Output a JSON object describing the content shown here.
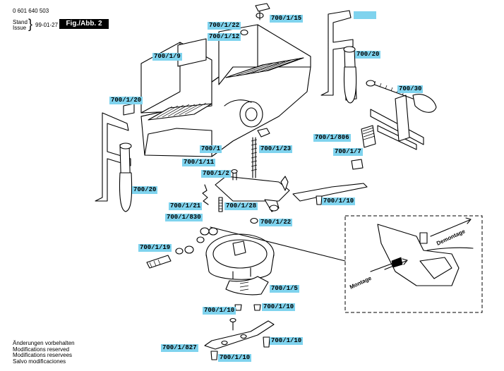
{
  "header": {
    "part_number": "0 601 640 503",
    "stand_label": "Stand",
    "issue_label": "Issue",
    "brace": "}",
    "date": "99-01-27",
    "figure": "Fig./Abb. 2"
  },
  "callouts": [
    {
      "id": "c-1-22a",
      "text": "700/1/22"
    },
    {
      "id": "c-1-15",
      "text": "700/1/15"
    },
    {
      "id": "c-1-12",
      "text": "700/1/12"
    },
    {
      "id": "c-1-9",
      "text": "700/1/9"
    },
    {
      "id": "c-20a",
      "text": "700/20"
    },
    {
      "id": "c-30",
      "text": "700/30"
    },
    {
      "id": "c-1-20",
      "text": "700/1/20"
    },
    {
      "id": "c-1-806",
      "text": "700/1/806"
    },
    {
      "id": "c-1",
      "text": "700/1"
    },
    {
      "id": "c-1-23",
      "text": "700/1/23"
    },
    {
      "id": "c-1-7",
      "text": "700/1/7"
    },
    {
      "id": "c-1-11",
      "text": "700/1/11"
    },
    {
      "id": "c-1-2",
      "text": "700/1/2"
    },
    {
      "id": "c-20b",
      "text": "700/20"
    },
    {
      "id": "c-1-10a",
      "text": "700/1/10"
    },
    {
      "id": "c-1-21",
      "text": "700/1/21"
    },
    {
      "id": "c-1-28",
      "text": "700/1/28"
    },
    {
      "id": "c-1-830",
      "text": "700/1/830"
    },
    {
      "id": "c-1-22b",
      "text": "700/1/22"
    },
    {
      "id": "c-1-19",
      "text": "700/1/19"
    },
    {
      "id": "c-1-5",
      "text": "700/1/5"
    },
    {
      "id": "c-1-10b",
      "text": "700/1/10"
    },
    {
      "id": "c-1-10c",
      "text": "700/1/10"
    },
    {
      "id": "c-1-10d",
      "text": "700/1/10"
    },
    {
      "id": "c-1-827",
      "text": "700/1/827"
    },
    {
      "id": "c-1-10e",
      "text": "700/1/10"
    }
  ],
  "inset": {
    "demontage": "Demontage",
    "montage": "Montage"
  },
  "footer": {
    "lines": [
      "Änderungen vorbehalten",
      "Modifications reserved",
      "Modifications reservees",
      "Salvo modificaciones"
    ]
  }
}
